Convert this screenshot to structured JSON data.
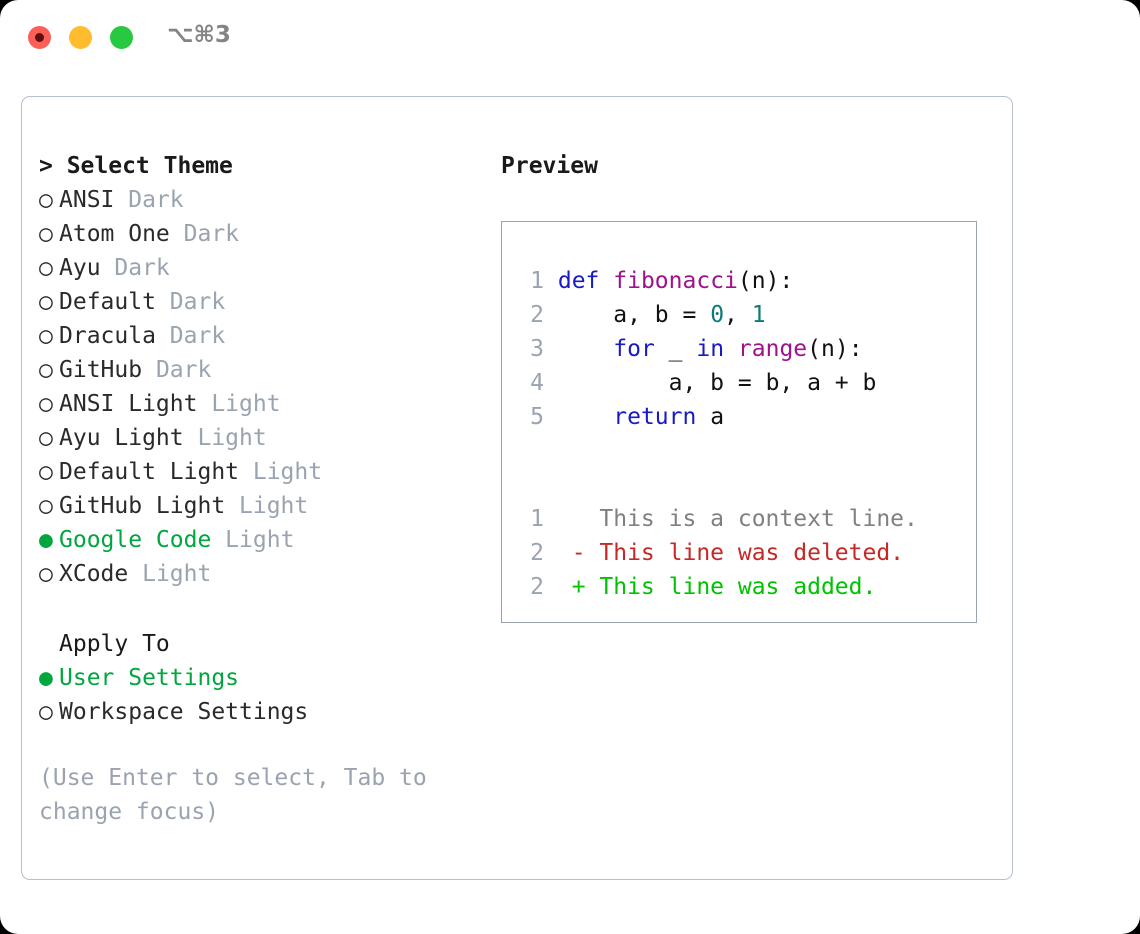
{
  "window": {
    "shortcut_label": "⌥⌘3",
    "traffic_lights": [
      "close",
      "minimize",
      "maximize"
    ]
  },
  "theme_list": {
    "header": "> Select Theme",
    "items": [
      {
        "bullet": "○",
        "name": "ANSI",
        "variant": "Dark",
        "selected": false
      },
      {
        "bullet": "○",
        "name": "Atom One",
        "variant": "Dark",
        "selected": false
      },
      {
        "bullet": "○",
        "name": "Ayu",
        "variant": "Dark",
        "selected": false
      },
      {
        "bullet": "○",
        "name": "Default",
        "variant": "Dark",
        "selected": false
      },
      {
        "bullet": "○",
        "name": "Dracula",
        "variant": "Dark",
        "selected": false
      },
      {
        "bullet": "○",
        "name": "GitHub",
        "variant": "Dark",
        "selected": false
      },
      {
        "bullet": "○",
        "name": "ANSI Light",
        "variant": "Light",
        "selected": false
      },
      {
        "bullet": "○",
        "name": "Ayu Light",
        "variant": "Light",
        "selected": false
      },
      {
        "bullet": "○",
        "name": "Default Light",
        "variant": "Light",
        "selected": false
      },
      {
        "bullet": "○",
        "name": "GitHub Light",
        "variant": "Light",
        "selected": false
      },
      {
        "bullet": "●",
        "name": "Google Code",
        "variant": "Light",
        "selected": true
      },
      {
        "bullet": "○",
        "name": "XCode",
        "variant": "Light",
        "selected": false
      }
    ]
  },
  "apply_to": {
    "title": "Apply To",
    "items": [
      {
        "bullet": "●",
        "name": "User Settings",
        "selected": true
      },
      {
        "bullet": "○",
        "name": "Workspace Settings",
        "selected": false
      }
    ]
  },
  "hint": "(Use Enter to select, Tab to change focus)",
  "preview": {
    "title": "Preview",
    "code_lines": [
      {
        "num": "1",
        "tokens": [
          {
            "t": "def",
            "c": "kw"
          },
          {
            "t": " ",
            "c": "pln"
          },
          {
            "t": "fibonacci",
            "c": "fn"
          },
          {
            "t": "(n):",
            "c": "pln"
          }
        ]
      },
      {
        "num": "2",
        "tokens": [
          {
            "t": "    a, b = ",
            "c": "pln"
          },
          {
            "t": "0",
            "c": "num"
          },
          {
            "t": ", ",
            "c": "pln"
          },
          {
            "t": "1",
            "c": "num"
          }
        ]
      },
      {
        "num": "3",
        "tokens": [
          {
            "t": "    ",
            "c": "pln"
          },
          {
            "t": "for",
            "c": "kw"
          },
          {
            "t": " _ ",
            "c": "pln"
          },
          {
            "t": "in",
            "c": "kw"
          },
          {
            "t": " ",
            "c": "pln"
          },
          {
            "t": "range",
            "c": "fn"
          },
          {
            "t": "(n):",
            "c": "pln"
          }
        ]
      },
      {
        "num": "4",
        "tokens": [
          {
            "t": "        a, b = b, a + b",
            "c": "pln"
          }
        ]
      },
      {
        "num": "5",
        "tokens": [
          {
            "t": "    ",
            "c": "pln"
          },
          {
            "t": "return",
            "c": "kw"
          },
          {
            "t": " a",
            "c": "pln"
          }
        ]
      }
    ],
    "diff_lines": [
      {
        "num": "1",
        "marker": "  ",
        "text": "This is a context line.",
        "kind": "ctx"
      },
      {
        "num": "2",
        "marker": "- ",
        "text": "This line was deleted.",
        "kind": "del"
      },
      {
        "num": "2",
        "marker": "+ ",
        "text": "This line was added.",
        "kind": "add"
      }
    ]
  },
  "colors": {
    "accent_green": "#00a63e",
    "muted": "#9aa3b0",
    "keyword": "#1a1ac4",
    "function": "#a0118c",
    "number": "#0d7b78",
    "deleted": "#c62828",
    "added": "#00c200",
    "panel_border": "#b6bfca",
    "preview_border": "#98a4b4"
  }
}
